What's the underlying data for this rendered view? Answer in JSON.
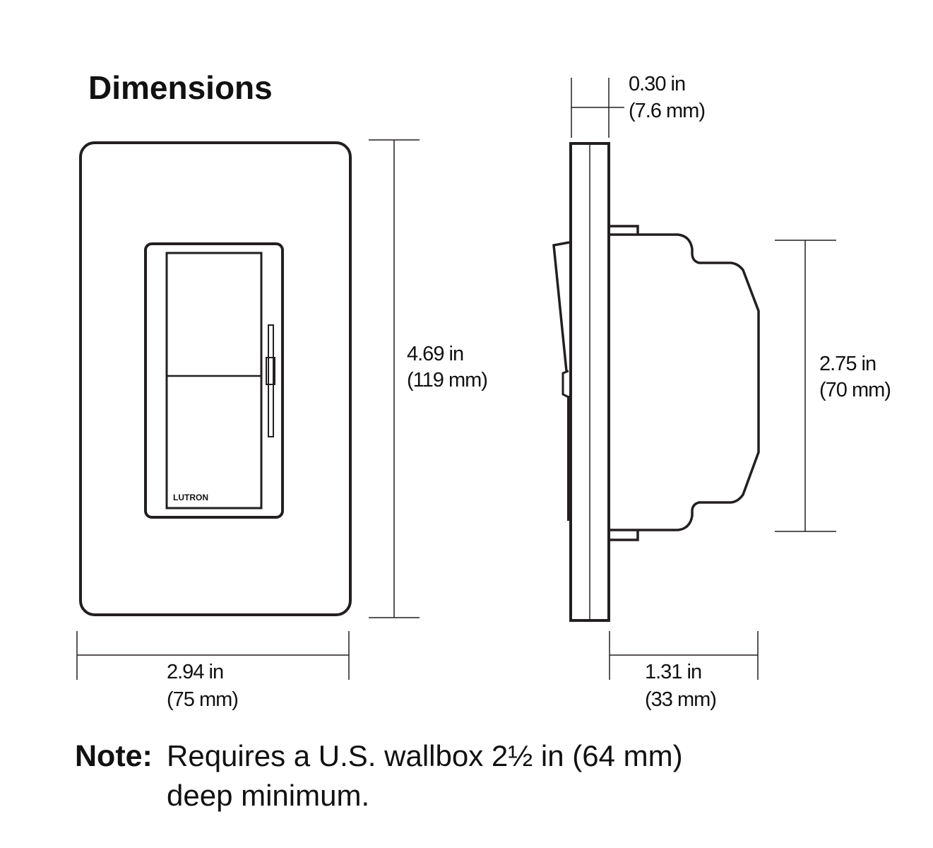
{
  "title": "Dimensions",
  "front_view": {
    "brand": "LUTRON",
    "height": {
      "in": "4.69 in",
      "mm": "(119 mm)"
    },
    "width": {
      "in": "2.94 in",
      "mm": "(75 mm)"
    }
  },
  "side_view": {
    "plate_depth": {
      "in": "0.30 in",
      "mm": "(7.6 mm)"
    },
    "body_height": {
      "in": "2.75 in",
      "mm": "(70 mm)"
    },
    "body_depth": {
      "in": "1.31 in",
      "mm": "(33 mm)"
    }
  },
  "note": {
    "label": "Note:",
    "line1": "Requires a U.S. wallbox 2½ in (64 mm)",
    "line2": "deep minimum."
  }
}
